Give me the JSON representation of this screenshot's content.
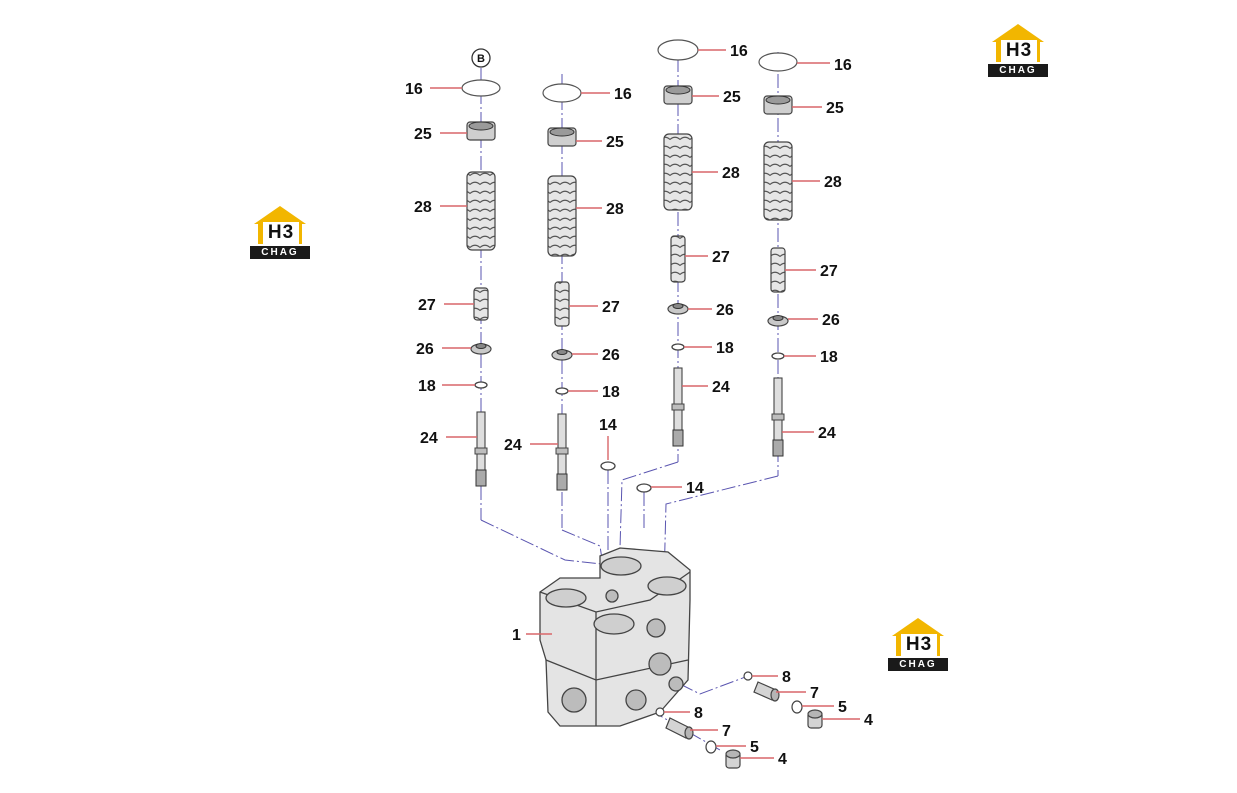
{
  "logos": [
    {
      "mark": "H3",
      "text": "CHAG"
    },
    {
      "mark": "H3",
      "text": "CHAG"
    },
    {
      "mark": "H3",
      "text": "CHAG"
    }
  ],
  "callout_tag": "B",
  "callouts": {
    "c16a": "16",
    "c25a": "25",
    "c28a": "28",
    "c27a": "27",
    "c26a": "26",
    "c18a": "18",
    "c24a": "24",
    "c16b": "16",
    "c25b": "25",
    "c28b": "28",
    "c27b": "27",
    "c26b": "26",
    "c18b": "18",
    "c24b": "24",
    "c16c": "16",
    "c25c": "25",
    "c28c": "28",
    "c27c": "27",
    "c26c": "26",
    "c18c": "18",
    "c24c": "24",
    "c16d": "16",
    "c25d": "25",
    "c28d": "28",
    "c27d": "27",
    "c26d": "26",
    "c18d": "18",
    "c24d": "24",
    "c14a": "14",
    "c14b": "14",
    "c1": "1",
    "c8a": "8",
    "c7a": "7",
    "c5a": "5",
    "c4a": "4",
    "c8b": "8",
    "c7b": "7",
    "c5b": "5",
    "c4b": "4"
  },
  "colors": {
    "leader": "#d9666a",
    "axis": "#5a55b0",
    "part_stroke": "#444444",
    "part_fill": "#d8d8d8",
    "logo_yellow": "#f2b600"
  }
}
